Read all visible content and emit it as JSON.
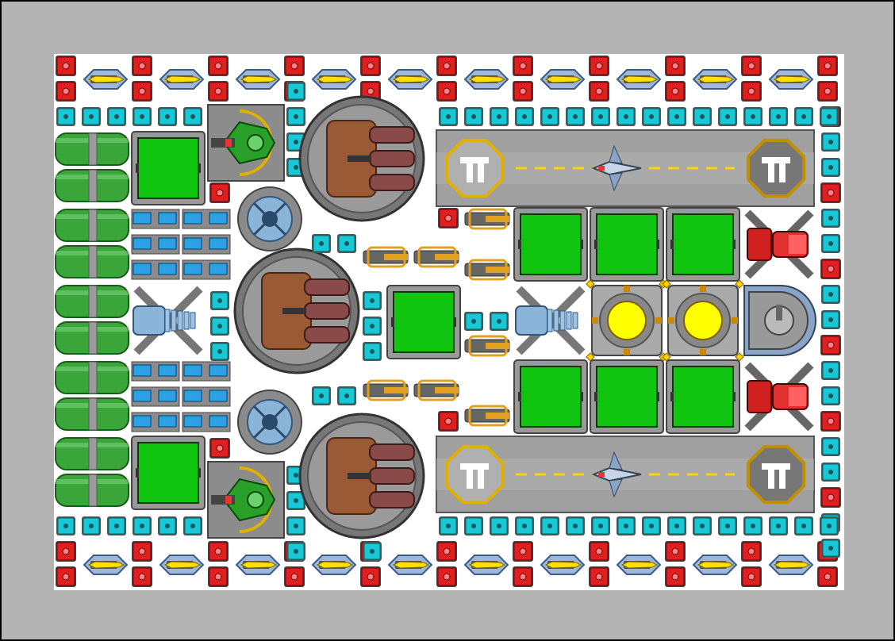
{
  "ship_editor": {
    "background_color": "#b3b3b3",
    "deck_color": "#ffffff",
    "colors": {
      "armor_red": "#e02020",
      "shield_cyan": "#19c7d6",
      "generator_green": "#10c510",
      "reactor_yellow": "#ffff00",
      "hull_gray": "#8c8c8c",
      "fuel_green": "#3aa63a",
      "thruster_blue": "#2aa2e6",
      "cannon_orange": "#e0a020",
      "turret_brown": "#9a5a35",
      "runway_gray": "#a0a0a0",
      "runway_stripe": "#ffd400"
    },
    "components": [
      {
        "name": "armor-block-icon",
        "count": "perimeter"
      },
      {
        "name": "shield-node-icon",
        "count": "perimeter"
      },
      {
        "name": "missile-launcher-icon",
        "count": "top-and-bottom-rows"
      },
      {
        "name": "fuel-tank-icon",
        "count": "left-column"
      },
      {
        "name": "power-generator-icon",
        "count": "grid"
      },
      {
        "name": "large-turret-icon",
        "count": "3"
      },
      {
        "name": "hangar-runway-icon",
        "count": "2"
      },
      {
        "name": "reactor-core-icon",
        "count": "2"
      },
      {
        "name": "fighter-craft-icon",
        "count": "2"
      }
    ]
  }
}
